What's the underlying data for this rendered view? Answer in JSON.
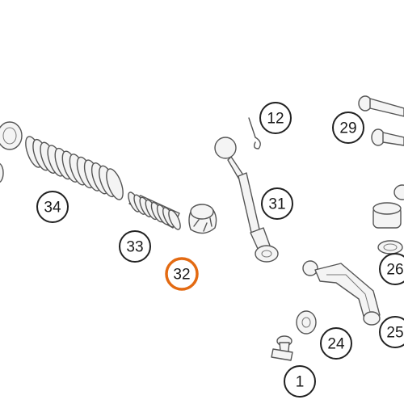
{
  "diagram": {
    "highlight_color": "#e36a12",
    "selected_callout": "32",
    "callouts": [
      {
        "id": "c34",
        "label": "34"
      },
      {
        "id": "c33",
        "label": "33"
      },
      {
        "id": "c32",
        "label": "32"
      },
      {
        "id": "c31",
        "label": "31"
      },
      {
        "id": "c12",
        "label": "12"
      },
      {
        "id": "c29",
        "label": "29"
      },
      {
        "id": "c26",
        "label": "26"
      },
      {
        "id": "c25",
        "label": "25"
      },
      {
        "id": "c24",
        "label": "24"
      },
      {
        "id": "c1",
        "label": "1"
      }
    ]
  }
}
